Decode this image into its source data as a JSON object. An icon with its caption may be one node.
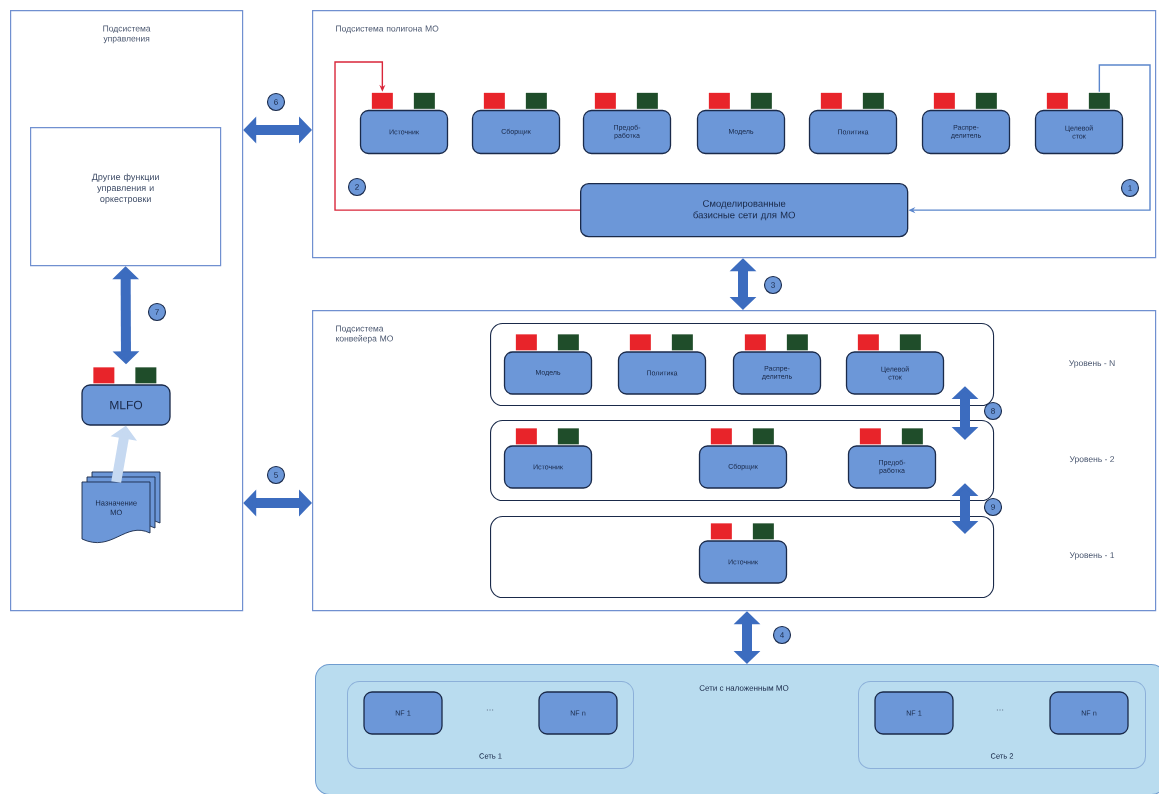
{
  "diagram": {
    "nodes": [
      {
        "text": [
          "Подсистема управления"
        ]
      },
      {
        "text": [
          "Другие функции управления и оркестровки"
        ],
        "in": 0
      },
      {
        "text": [
          "MLFO"
        ],
        "in": 0
      },
      {
        "text": [
          "Назначение МО"
        ],
        "in": 0
      },
      {
        "text": [
          "Подсистема полигона МО"
        ]
      },
      {
        "text": [
          "Источник"
        ],
        "in": 4
      },
      {
        "text": [
          "Сборщик"
        ],
        "in": 4
      },
      {
        "text": [
          "Предоб- работка"
        ],
        "in": 4
      },
      {
        "text": [
          "Модель"
        ],
        "in": 4
      },
      {
        "text": [
          "Политика"
        ],
        "in": 4
      },
      {
        "text": [
          "Распре- делитель"
        ],
        "in": 4
      },
      {
        "text": [
          "Целевой сток"
        ],
        "in": 4
      },
      {
        "text": [
          "Смоделированные базисные сети для МО"
        ],
        "in": 4
      },
      {
        "text": [
          "Подсистема конвейера МО"
        ]
      },
      {
        "text": [],
        "shape": "box",
        "in": 13
      },
      {
        "text": [
          "Модель"
        ],
        "in": 14
      },
      {
        "text": [
          "Политика"
        ],
        "in": 14
      },
      {
        "text": [
          "Распре- делитель"
        ],
        "in": 14
      },
      {
        "text": [
          "Целевой сток"
        ],
        "in": 14
      },
      {
        "text": [],
        "shape": "box",
        "in": 13
      },
      {
        "text": [
          "Источник"
        ],
        "in": 19
      },
      {
        "text": [
          "Сборщик"
        ],
        "in": 19
      },
      {
        "text": [
          "Предоб- работка"
        ],
        "in": 19
      },
      {
        "text": [],
        "shape": "box",
        "in": 13
      },
      {
        "text": [
          "Источник"
        ],
        "in": 23
      },
      {
        "text": [
          "Сети с наложенным МО"
        ]
      },
      {
        "text": [
          "Сеть 1"
        ],
        "in": 25
      },
      {
        "text": [
          "NF 1"
        ],
        "in": 26
      },
      {
        "text": [
          "NF n"
        ],
        "in": 26
      },
      {
        "text": [
          "Сеть 2"
        ],
        "in": 25
      },
      {
        "text": [
          "NF 1"
        ],
        "in": 29
      },
      {
        "text": [
          "NF n"
        ],
        "in": 29
      }
    ],
    "edges": [
      {
        "from": 11,
        "to": 12,
        "arrow": "to",
        "label": "1",
        "color": "#5b86cc"
      },
      {
        "from": 12,
        "to": 5,
        "arrow": "to",
        "label": "2",
        "color": "#d9263a"
      },
      {
        "from": 4,
        "to": 13,
        "arrow": "both",
        "label": "3"
      },
      {
        "from": 13,
        "to": 25,
        "arrow": "both",
        "label": "4"
      },
      {
        "from": 0,
        "to": 13,
        "arrow": "both",
        "label": "5"
      },
      {
        "from": 0,
        "to": 4,
        "arrow": "both",
        "label": "6"
      },
      {
        "from": 1,
        "to": 2,
        "arrow": "both",
        "label": "7"
      },
      {
        "from": 14,
        "to": 19,
        "arrow": "both",
        "label": "8"
      },
      {
        "from": 19,
        "to": 23,
        "arrow": "both",
        "label": "9"
      },
      {
        "from": 3,
        "to": 2,
        "arrow": "to",
        "color": "#c6d9f1"
      }
    ],
    "labels": [
      "Уровень - N",
      "Уровень - 2",
      "Уровень - 1",
      "…",
      "…"
    ]
  }
}
